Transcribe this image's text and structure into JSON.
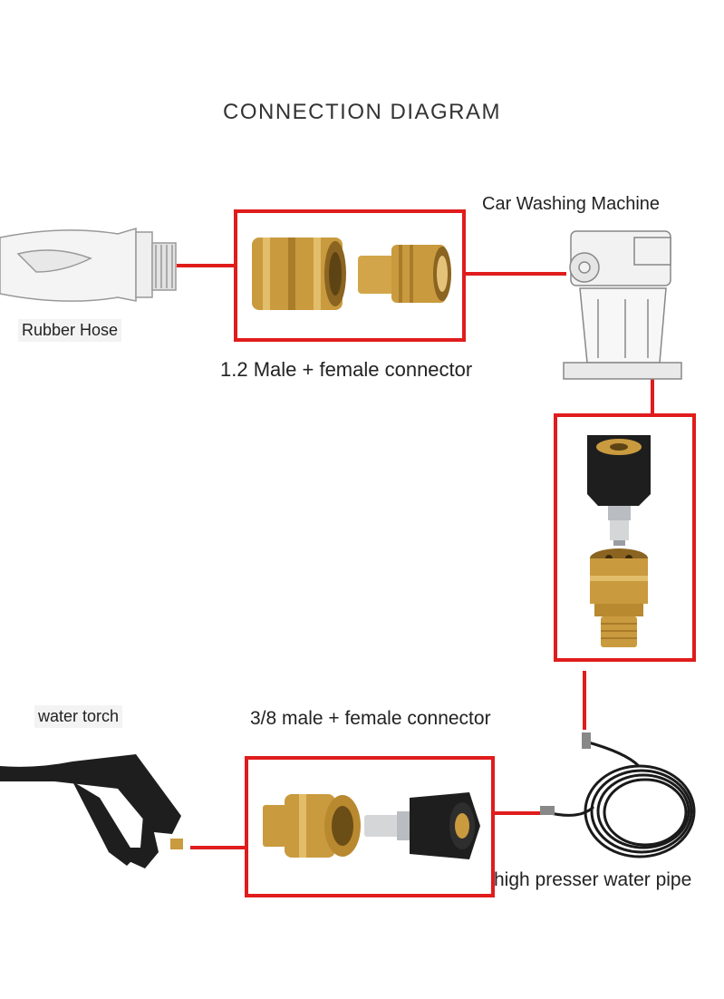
{
  "title": "CONNECTION DIAGRAM",
  "labels": {
    "rubber_hose": "Rubber Hose",
    "car_washing_machine": "Car Washing Machine",
    "connector_top": "1.2 Male + female connector",
    "water_torch": "water torch",
    "connector_bottom": "3/8 male + female connector",
    "water_pipe": "high presser water pipe"
  },
  "colors": {
    "line": "#e01c1c",
    "brass": "#c99a3e",
    "black_part": "#1e1e1e",
    "steel": "#b9bcc0"
  },
  "icons": [
    "rubber-hose-icon",
    "brass-coupler-icon",
    "brass-plug-icon",
    "pump-icon",
    "black-nut-coupler-icon",
    "brass-quick-coupler-icon",
    "spray-gun-icon",
    "coiled-hose-icon"
  ]
}
